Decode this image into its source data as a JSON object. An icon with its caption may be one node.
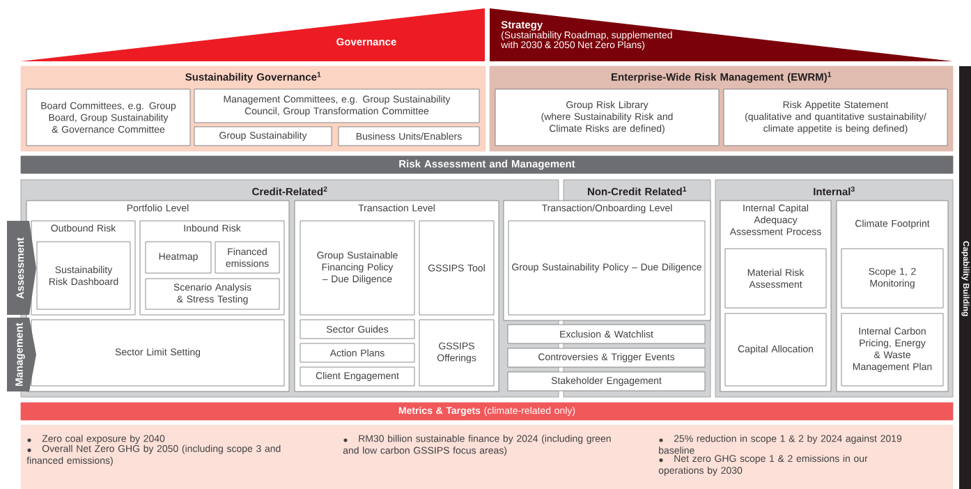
{
  "diagram": {
    "nodes": [
      {
        "text": [
          "Governance"
        ]
      },
      {
        "text": [
          "Strategy",
          "(Sustainability Roadmap, supplemented with 2030 & 2050 Net Zero Plans)"
        ]
      },
      {
        "text": [
          "Sustainability Governance$^{1}$"
        ]
      },
      {
        "text": [
          "Board Committees, e.g. Group Board, Group Sustainability & Governance Committee"
        ],
        "in": 2
      },
      {
        "text": [
          "Management Committees, e.g. Group Sustainability Council, Group Transformation Committee"
        ],
        "in": 2
      },
      {
        "text": [
          "Group Sustainability"
        ],
        "in": 2
      },
      {
        "text": [
          "Business Units/Enablers"
        ],
        "in": 2
      },
      {
        "text": [
          "Enterprise-Wide Risk Management (EWRM)$^{1}$"
        ]
      },
      {
        "text": [
          "Group Risk Library",
          "(where Sustainability Risk and Climate Risks are defined)"
        ],
        "in": 7
      },
      {
        "text": [
          "Risk Appetite Statement",
          "(qualitative and quantitative sustainability/ climate appetite is being defined)"
        ],
        "in": 7
      },
      {
        "text": [
          "Risk Assessment and Management"
        ]
      },
      {
        "text": [
          "Credit-Related$^{2}$"
        ]
      },
      {
        "text": [
          "Portfolio Level"
        ],
        "in": 11
      },
      {
        "text": [
          "Outbound Risk"
        ],
        "in": 12
      },
      {
        "text": [
          "Sustainability Risk Dashboard"
        ],
        "in": 13
      },
      {
        "text": [
          "Inbound Risk"
        ],
        "in": 12
      },
      {
        "text": [
          "Heatmap"
        ],
        "in": 15
      },
      {
        "text": [
          "Financed emissions"
        ],
        "in": 15
      },
      {
        "text": [
          "Scenario Analysis & Stress Testing"
        ],
        "in": 15
      },
      {
        "text": [
          "Sector Limit Setting"
        ],
        "in": 12
      },
      {
        "text": [
          "Transaction Level"
        ],
        "in": 11
      },
      {
        "text": [
          "Group Sustainable Financing Policy – Due Diligence"
        ],
        "in": 20
      },
      {
        "text": [
          "GSSIPS Tool"
        ],
        "in": 20
      },
      {
        "text": [
          "Sector Guides"
        ],
        "in": 20
      },
      {
        "text": [
          "Action Plans"
        ],
        "in": 20
      },
      {
        "text": [
          "Client Engagement"
        ],
        "in": 20
      },
      {
        "text": [
          "GSSIPS Offerings"
        ],
        "in": 20
      },
      {
        "text": [
          "Non-Credit Related$^{1}$"
        ]
      },
      {
        "text": [
          "Transaction/Onboarding Level"
        ]
      },
      {
        "text": [
          "Group Sustainability Policy – Due Diligence"
        ],
        "in": 28
      },
      {
        "text": [
          "Exclusion & Watchlist"
        ]
      },
      {
        "text": [
          "Controversies & Trigger Events"
        ]
      },
      {
        "text": [
          "Stakeholder Engagement"
        ]
      },
      {
        "text": [
          "Internal$^{3}$"
        ]
      },
      {
        "text": [
          "Internal Capital Adequacy Assessment Process"
        ],
        "in": 33
      },
      {
        "text": [
          "Material Risk Assessment"
        ],
        "in": 34
      },
      {
        "text": [
          "Capital Allocation"
        ],
        "in": 34
      },
      {
        "text": [
          "Climate Footprint"
        ],
        "in": 33
      },
      {
        "text": [
          "Scope 1, 2 Monitoring"
        ],
        "in": 37
      },
      {
        "text": [
          "Internal Carbon Pricing, Energy & Waste Management Plan"
        ],
        "in": 37
      },
      {
        "text": [
          "Assessment"
        ]
      },
      {
        "text": [
          "Management"
        ]
      },
      {
        "text": [
          "**Metrics & Targets** (climate-related only)"
        ]
      },
      {
        "text": [
          "Zero coal exposure by 2040",
          "Overall Net Zero GHG by 2050 (including scope 3 and financed emissions)",
          "RM30 billion sustainable finance by 2024 (including green and low carbon GSSIPS focus areas)",
          "25% reduction in scope 1 & 2 by 2024 against 2019 baseline",
          "Net zero GHG scope 1 & 2 emissions in our operations by 2030"
        ]
      },
      {
        "text": [
          "Capability Building"
        ]
      }
    ]
  }
}
